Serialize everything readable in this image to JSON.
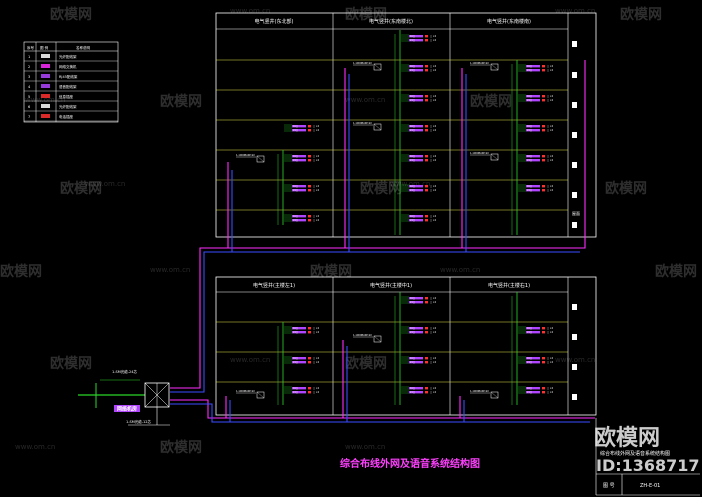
{
  "watermark": {
    "brand": "欧模网",
    "site": "www.om.cn",
    "big_brand": "欧模网",
    "id_text": "ID:1368717"
  },
  "upper_headers": [
    "电气竖井(东北部)",
    "电气竖井(东南楼北)",
    "电气竖井(东南楼南)"
  ],
  "lower_headers": [
    "电气竖井(主楼左1)",
    "电气竖井(主楼中1)",
    "电气竖井(主楼右1)"
  ],
  "side_label": "屋面",
  "node_label": "1-1000BASE-SX",
  "switch_label": "16口",
  "port_label": "24口",
  "io_label": "□ ×4",
  "center_label": "网络机房",
  "center_note_top": "1-SM光缆-24芯",
  "center_note_bottom": "1-SM光缆-12芯",
  "legend": {
    "header": [
      "序号",
      "图 例",
      "名称说明"
    ],
    "rows": [
      [
        "1",
        "",
        "光纤配线架"
      ],
      [
        "2",
        "",
        "网络交换机"
      ],
      [
        "3",
        "",
        "RJ45配线架"
      ],
      [
        "4",
        "",
        "语音配线架"
      ],
      [
        "5",
        "",
        "信息插座"
      ],
      [
        "6",
        "",
        "光纤配线架"
      ],
      [
        "7",
        "",
        "电话插座"
      ]
    ]
  },
  "title_caption": "综合布线外网及语音系统结构图",
  "title_block": {
    "drawing_name": "综合布线外网及语音系统结构图",
    "label": "图 号",
    "number": "ZH-E-01"
  },
  "colors": {
    "grid_white": "#ffffff",
    "floor_yellow": "#e6e64a",
    "riser_green": "#2bd62b",
    "trunk_magenta": "#ff2cff",
    "trunk_blue": "#3a4cff",
    "outlet_red": "#ff3030",
    "caption_magenta": "#ff40ff"
  }
}
